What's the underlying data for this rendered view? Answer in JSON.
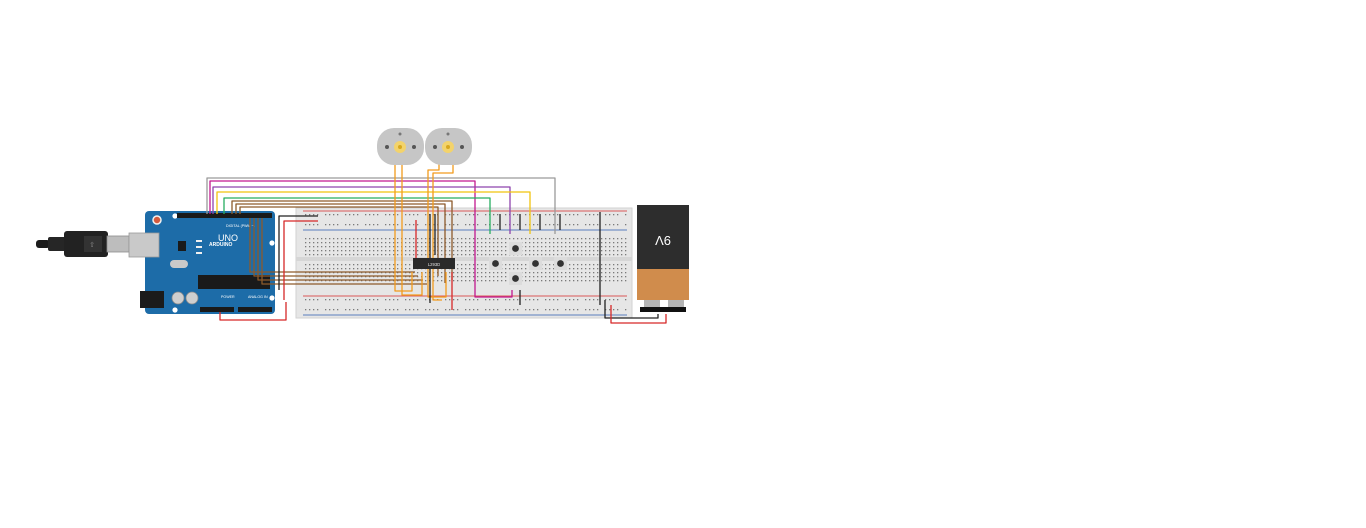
{
  "labels": {
    "arduino_brand": "ARDUINO",
    "arduino_model": "UNO",
    "digital_header": "DIGITAL (PWM ~)",
    "power_header": "POWER",
    "analog_header": "ANALOG IN",
    "chip": "L293D",
    "battery": "9V"
  },
  "colors": {
    "background": "#ffffff",
    "arduino_board": "#1d6ca8",
    "breadboard": "#e6e6e6",
    "motor_body": "#c6c6c6",
    "motor_shaft": "#f3d36b",
    "battery_top": "#2d2d2d",
    "battery_bottom": "#d08c4c",
    "wire_red": "#d62828",
    "wire_black": "#222222",
    "wire_orange": "#f29b1d",
    "wire_yellow": "#f1c40f",
    "wire_purple": "#8e44ad",
    "wire_magenta": "#c2188f",
    "wire_green": "#27ae60",
    "wire_gray": "#9a9a9a",
    "wire_brown": "#8d5a2b"
  },
  "components": [
    {
      "name": "arduino-uno",
      "label": "ARDUINO UNO"
    },
    {
      "name": "usb-cable"
    },
    {
      "name": "breadboard"
    },
    {
      "name": "l293d-chip",
      "label": "L293D"
    },
    {
      "name": "dc-motor-left"
    },
    {
      "name": "dc-motor-right"
    },
    {
      "name": "push-button-top"
    },
    {
      "name": "push-button-left"
    },
    {
      "name": "push-button-middle"
    },
    {
      "name": "push-button-right"
    },
    {
      "name": "push-button-bottom"
    },
    {
      "name": "battery-9v",
      "label": "9V"
    }
  ]
}
